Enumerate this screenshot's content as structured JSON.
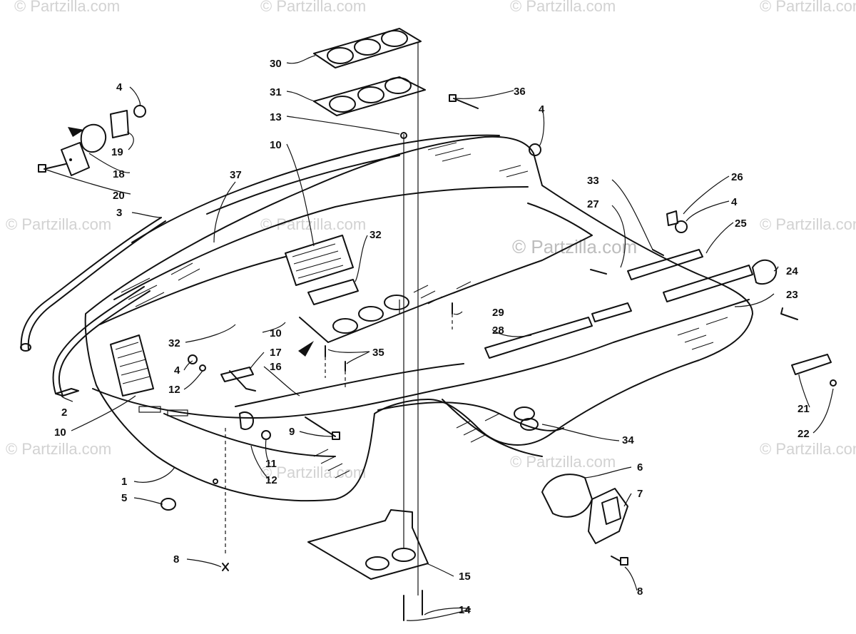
{
  "watermarks": [
    "© Partzilla.com",
    "© Partzilla.com",
    "© Partzilla.com",
    "© Partzilla.com",
    "© Partzilla.com",
    "© Partzilla.com",
    "© Partzilla.com",
    "© Partzilla.com",
    "© Partzilla.com",
    "© Partzilla.com",
    "© Partzilla.com"
  ],
  "center_watermark": "© Partzilla.com",
  "callouts": {
    "c30": "30",
    "c31": "31",
    "c13": "13",
    "c10a": "10",
    "c37": "37",
    "c4a": "4",
    "c19": "19",
    "c18": "18",
    "c20": "20",
    "c3": "3",
    "c36": "36",
    "c4b": "4",
    "c33": "33",
    "c27": "27",
    "c26": "26",
    "c4c": "4",
    "c25": "25",
    "c24": "24",
    "c23": "23",
    "c32a": "32",
    "c32b": "32",
    "c10b": "10",
    "c29": "29",
    "c28": "28",
    "c17": "17",
    "c16": "16",
    "c4d": "4",
    "c12a": "12",
    "c35": "35",
    "c2": "2",
    "c10c": "10",
    "c9": "9",
    "c11": "11",
    "c12b": "12",
    "c1": "1",
    "c5": "5",
    "c34": "34",
    "c21": "21",
    "c22": "22",
    "c6": "6",
    "c7": "7",
    "c8a": "8",
    "c8b": "8",
    "c15": "15",
    "c14": "14"
  }
}
